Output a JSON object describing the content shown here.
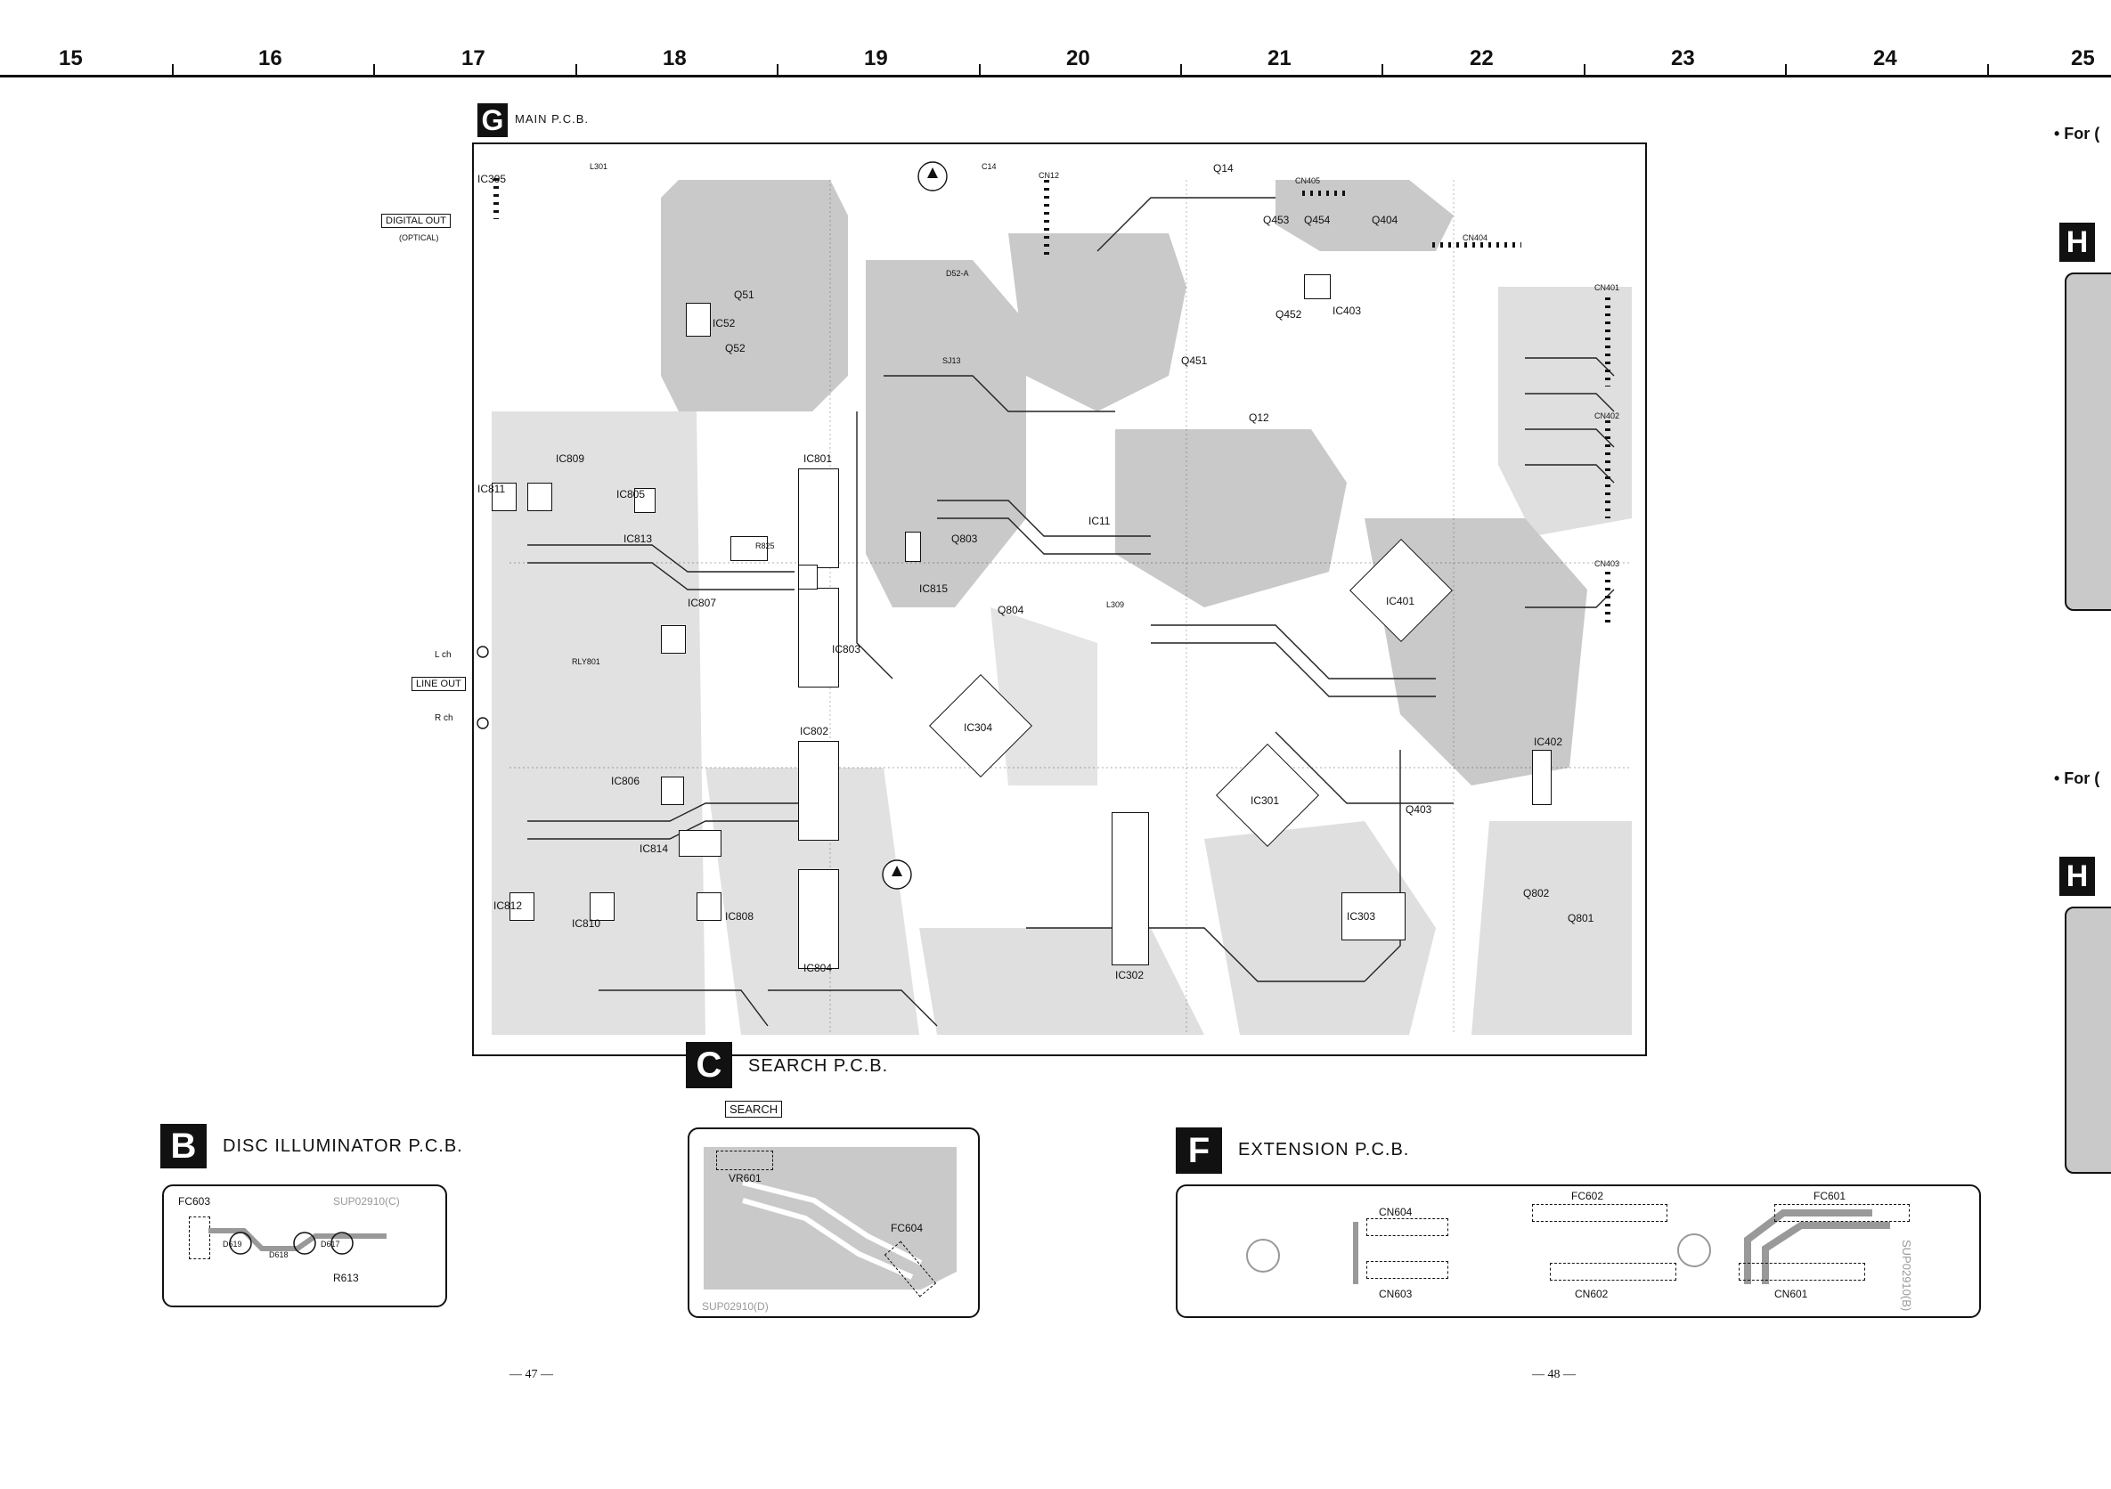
{
  "ruler": [
    "15",
    "16",
    "17",
    "18",
    "19",
    "20",
    "21",
    "22",
    "23",
    "24",
    "25"
  ],
  "main_pcb": {
    "tag": "G",
    "title": "MAIN P.C.B.",
    "digital_out": "DIGITAL OUT",
    "optical": "(OPTICAL)",
    "line_out": "LINE OUT",
    "lch": "L ch",
    "rch": "R ch",
    "parts": [
      "IC305",
      "L301",
      "C14",
      "CN12",
      "Q14",
      "CN405",
      "Q453",
      "Q454",
      "Q404",
      "CN404",
      "CN401",
      "IC52",
      "Q51",
      "Q52",
      "D52-A",
      "IC403",
      "Q452",
      "Q451",
      "Q12",
      "CN402",
      "IC801",
      "IC811",
      "IC809",
      "IC805",
      "IC813",
      "IC803",
      "Q803",
      "IC815",
      "IC807",
      "Q804",
      "IC11",
      "L309",
      "IC401",
      "CN403",
      "IC304",
      "IC802",
      "IC806",
      "IC814",
      "IC812",
      "IC810",
      "IC808",
      "IC804",
      "IC302",
      "IC301",
      "IC303",
      "IC402",
      "Q403",
      "Q802",
      "Q801",
      "RLY801",
      "SJ13",
      "R825"
    ]
  },
  "right_margin": {
    "for1": "• For (",
    "for2": "• For (",
    "tag": "H"
  },
  "disc_pcb": {
    "tag": "B",
    "title": "DISC ILLUMINATOR P.C.B.",
    "fc": "FC603",
    "code": "SUP02910(C)",
    "d619": "D619",
    "d618": "D618",
    "d617": "D617",
    "r613": "R613"
  },
  "search_pcb": {
    "tag": "C",
    "title": "SEARCH P.C.B.",
    "label": "SEARCH",
    "vr": "VR601",
    "fc": "FC604",
    "code": "SUP02910(D)"
  },
  "ext_pcb": {
    "tag": "F",
    "title": "EXTENSION P.C.B.",
    "cn604": "CN604",
    "cn603": "CN603",
    "fc602": "FC602",
    "cn602": "CN602",
    "fc601": "FC601",
    "cn601": "CN601",
    "code": "SUP02910(B)"
  },
  "page_left": "— 47 —",
  "page_right": "— 48 —"
}
